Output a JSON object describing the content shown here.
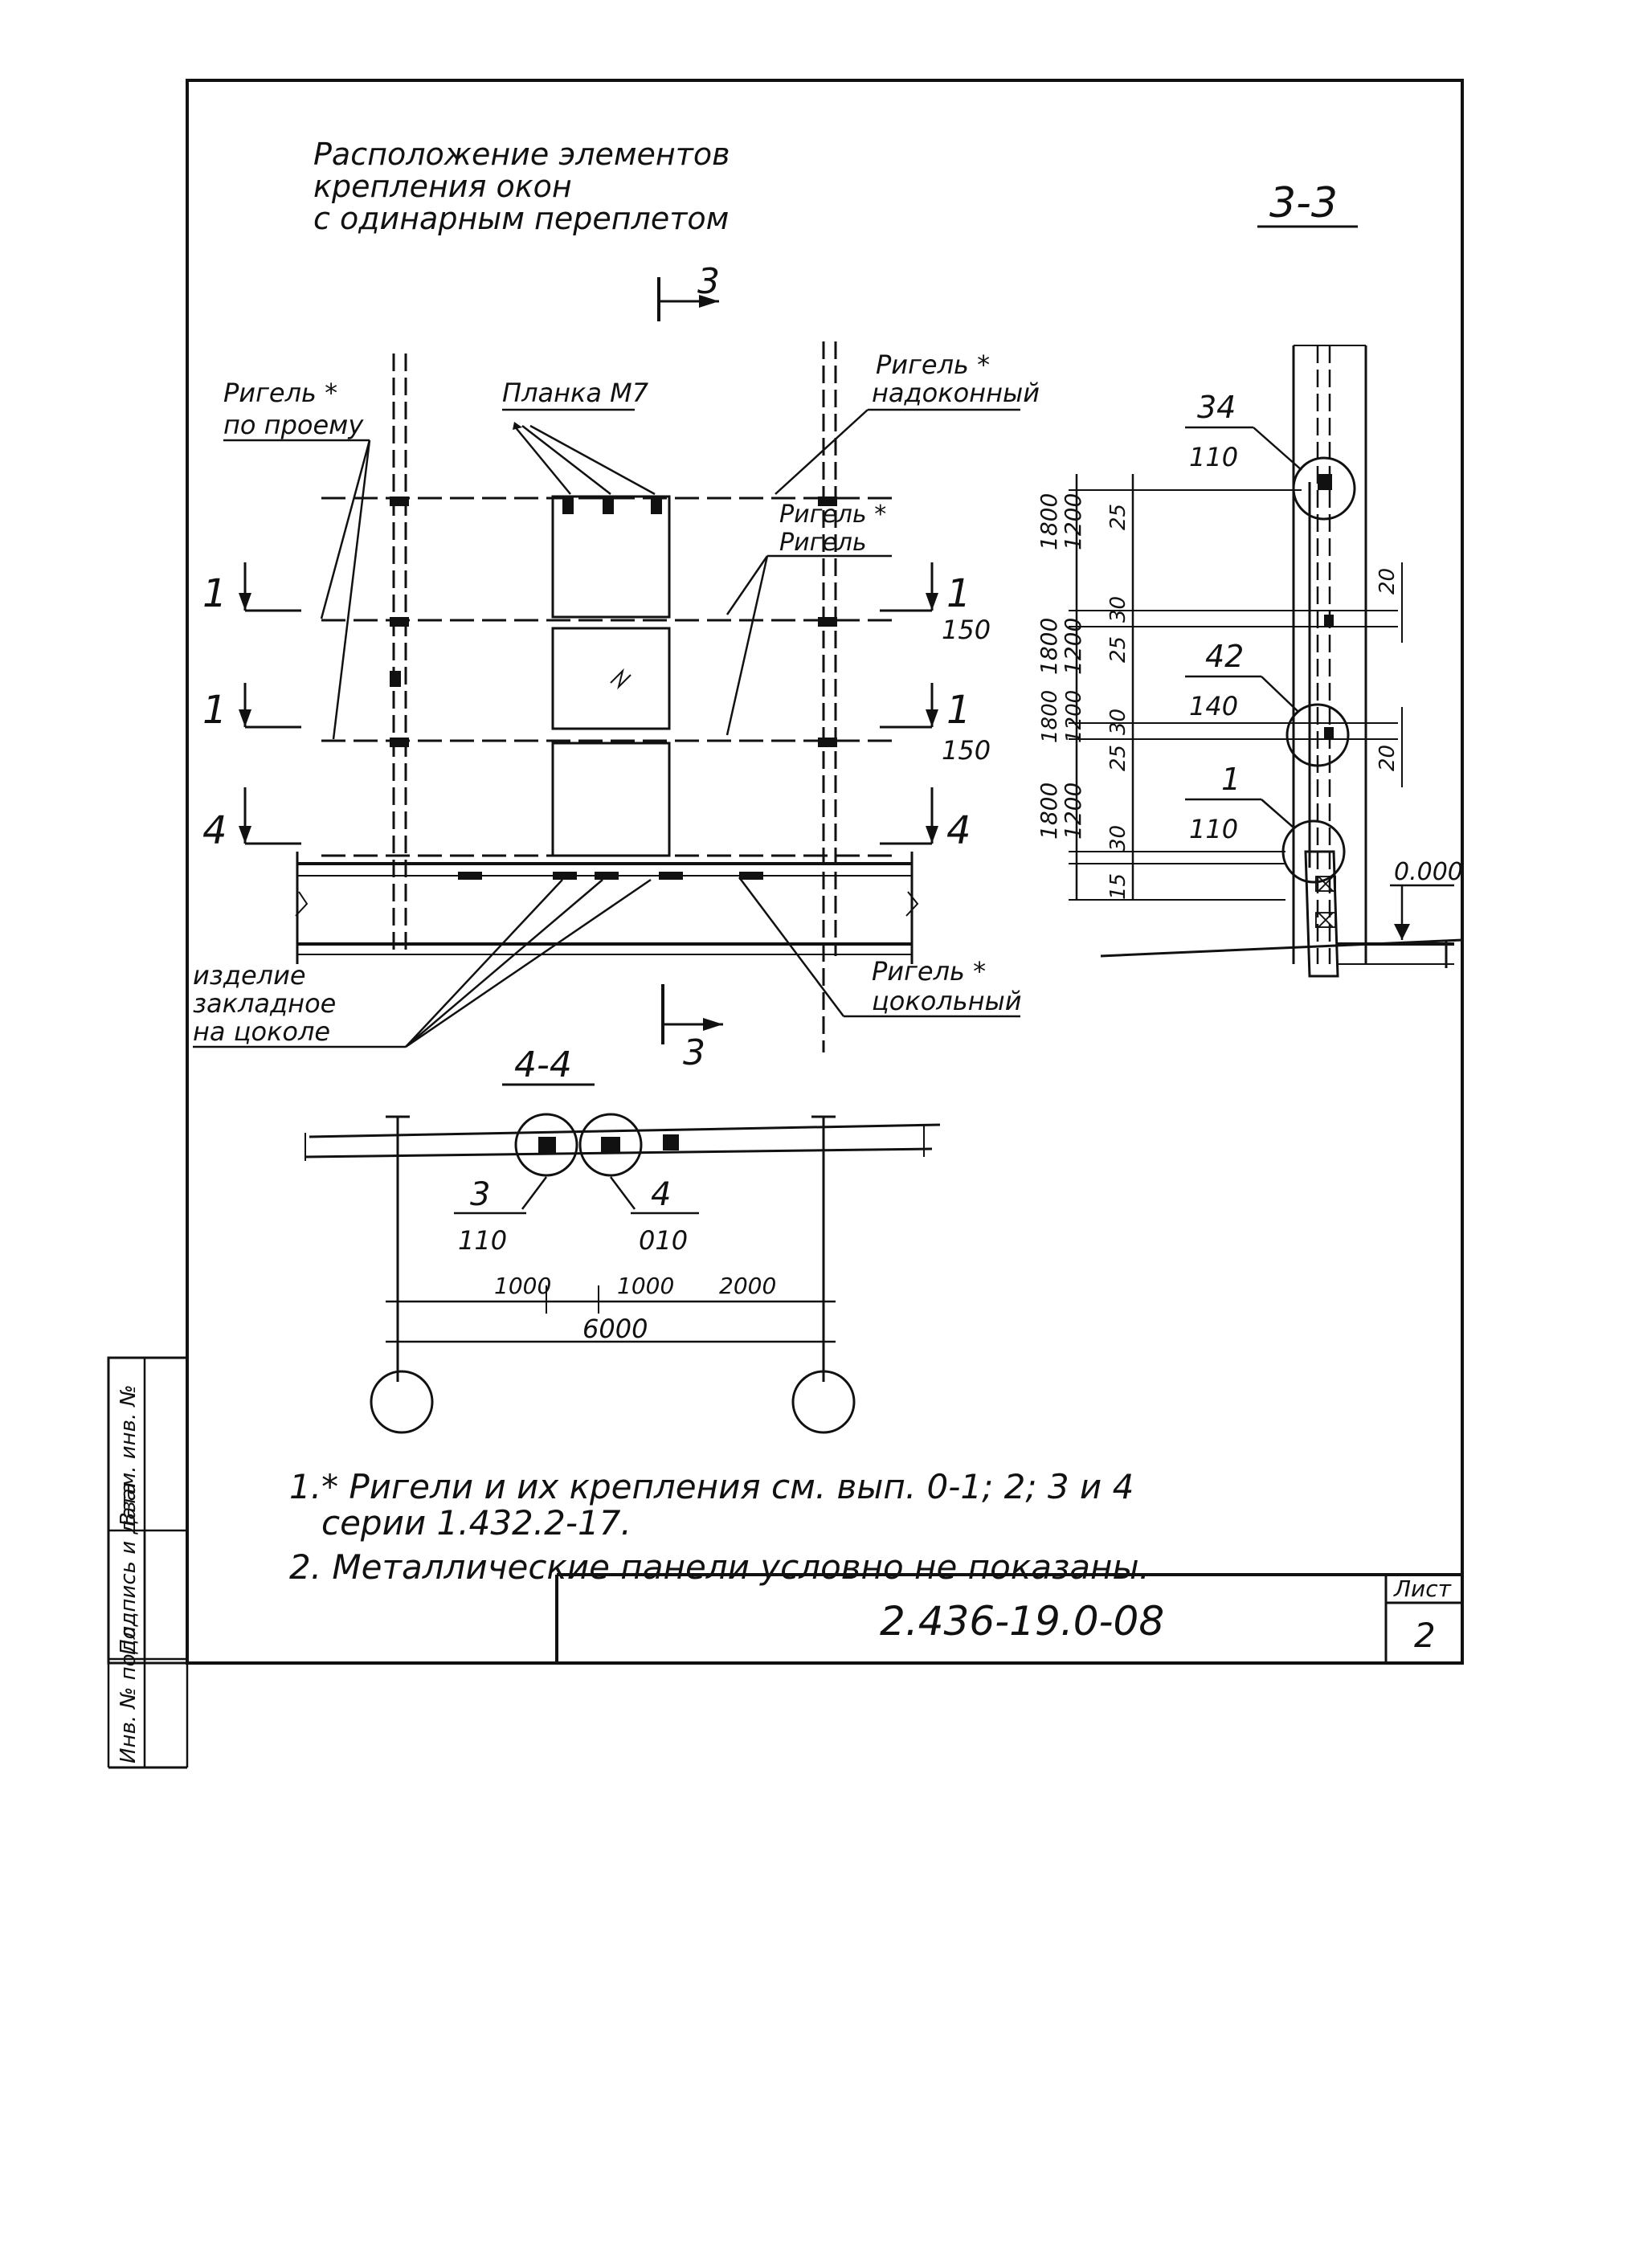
{
  "title": {
    "line1": "Расположение элементов",
    "line2": "крепления окон",
    "line3": "с одинарным переплетом"
  },
  "section_33": "3-3",
  "section_44": "4-4",
  "section_marks": {
    "top": "3",
    "bottom": "3",
    "one": "1",
    "four": "4"
  },
  "labels": {
    "rigel_proem_1": "Ригель *",
    "rigel_proem_2": "по проему",
    "plank": "Планка М7",
    "rigel_nadokon_1": "Ригель *",
    "rigel_nadokon_2": "надоконный",
    "rigel_mid_1": "Ригель *",
    "rigel_mid_2": "Ригель",
    "izdelie_1": "изделие",
    "izdelie_2": "закладное",
    "izdelie_3": "на цоколе",
    "rigel_cokol_1": "Ригель *",
    "rigel_cokol_2": "цокольный"
  },
  "node_callouts": {
    "n150a": "150",
    "n150b": "150",
    "n34_top": "34",
    "n34_bot": "110",
    "n42_top": "42",
    "n42_bot": "140",
    "n1_top": "1",
    "n1_bot": "110",
    "n3_top": "3",
    "n3_bot": "110",
    "n4_top": "4",
    "n4_bot": "010"
  },
  "dimensions_33": {
    "d_25a": "25",
    "d_30a": "30",
    "d_25b": "25",
    "d_30b": "30",
    "d_25c": "25",
    "d_30c": "30",
    "d_15": "15",
    "d_20a": "20",
    "d_20b": "20",
    "h1a": "1800",
    "h1b": "1200",
    "h2a": "1800",
    "h2b": "1200",
    "h2c": "1800",
    "h2d": "1200",
    "h3a": "1800",
    "h3b": "1200",
    "level": "0.000"
  },
  "dimensions_44": {
    "d1": "1000",
    "d2": "1000",
    "d3": "2000",
    "total": "6000"
  },
  "notes": {
    "n1a": "1.* Ригели и их крепления см. вып. 0-1; 2; 3 и 4",
    "n1b": "серии 1.432.2-17.",
    "n2": "2. Металлические панели условно не показаны."
  },
  "side_stamp": {
    "c1": "Инв. № подл.",
    "c2": "Подпись и дата",
    "c3": "Взам. инв. №"
  },
  "title_block": {
    "code": "2.436-19.0-08",
    "sheet_label": "Лист",
    "sheet_no": "2"
  }
}
